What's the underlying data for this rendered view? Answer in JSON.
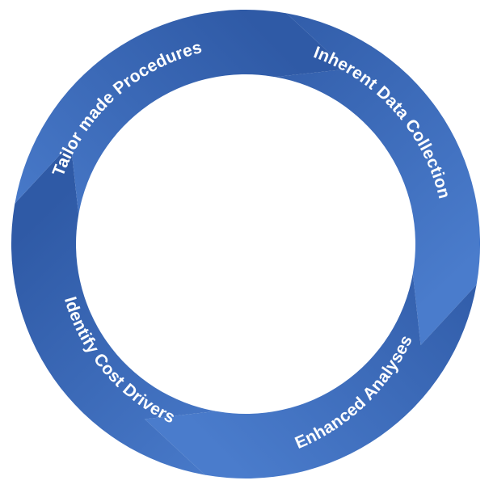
{
  "diagram": {
    "type": "cycle",
    "segments": [
      {
        "label": "Inherent Data Collection"
      },
      {
        "label": "Enhanced Analyses"
      },
      {
        "label": "Identify Cost Drivers"
      },
      {
        "label": "Tailor made Procedures"
      }
    ],
    "colors": {
      "ring_light": "#4a7ccc",
      "ring_dark": "#2f5aa6",
      "label": "#ffffff",
      "background": "#ffffff"
    }
  }
}
